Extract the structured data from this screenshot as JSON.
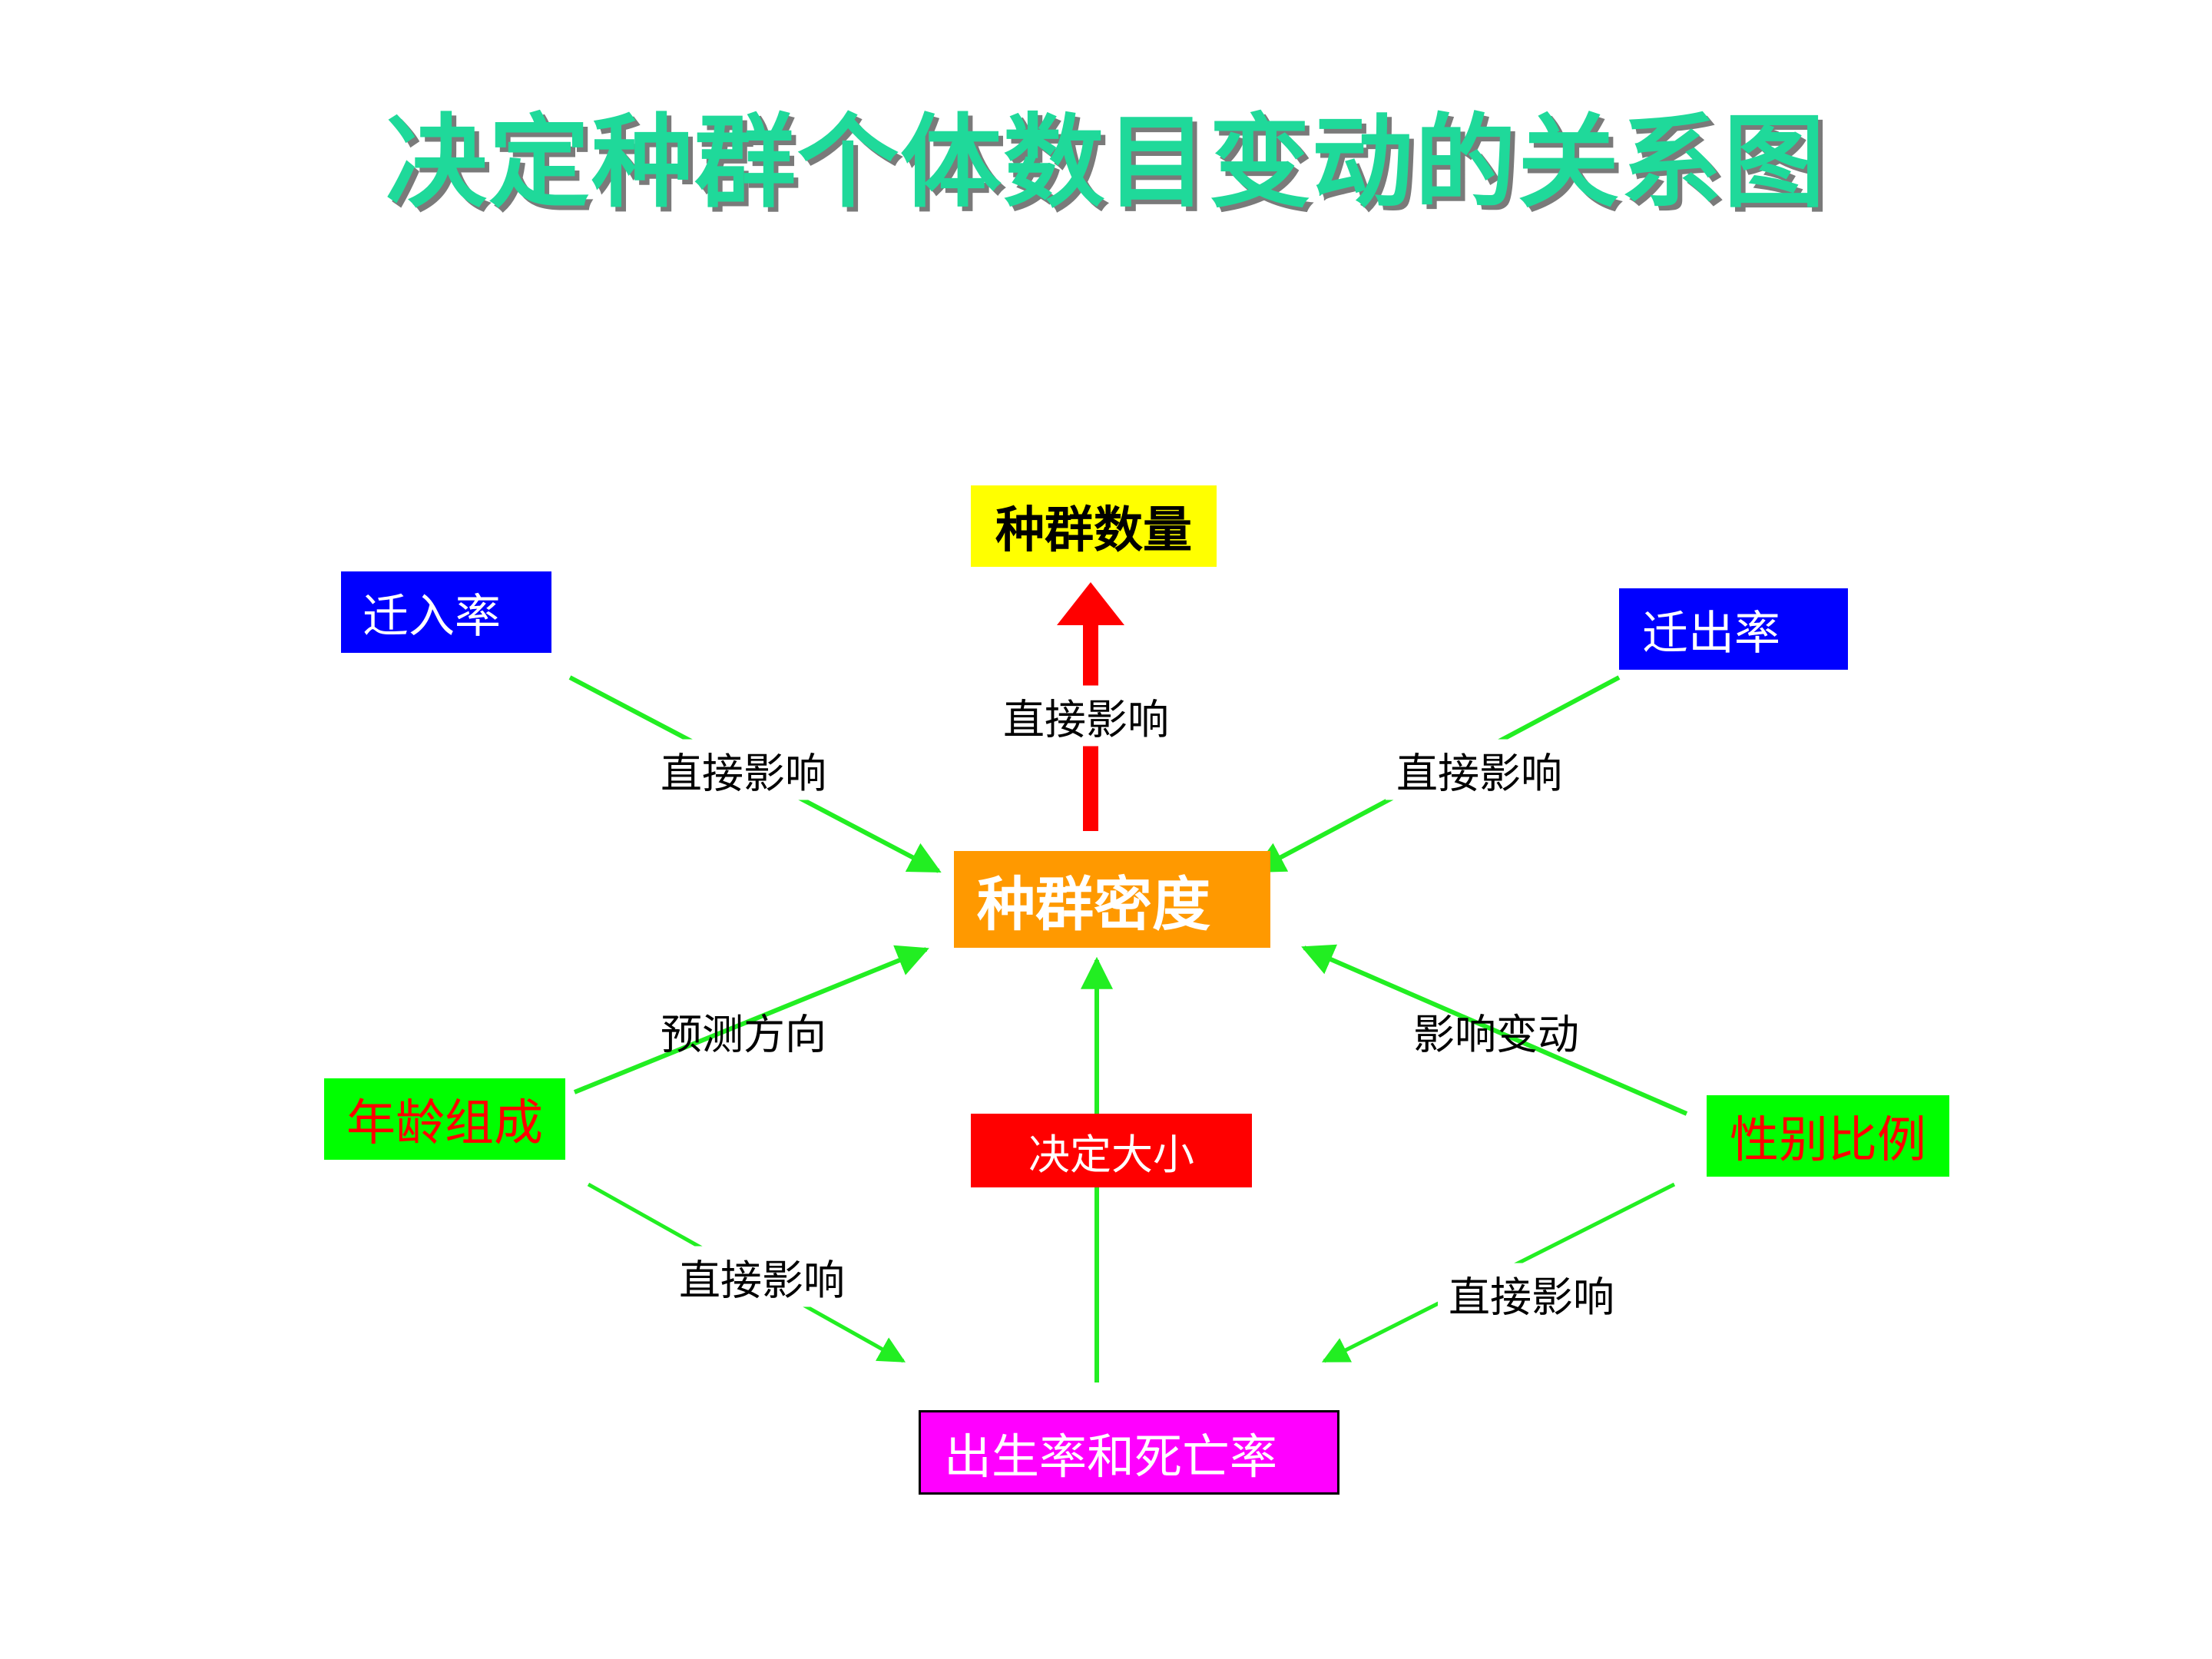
{
  "title": "决定种群个体数目变动的关系图",
  "colors": {
    "title": "#1fd99a",
    "arrow_green": "#22ee22",
    "arrow_red": "#ff0000",
    "yellow": "#ffff00",
    "orange": "#ff9900",
    "blue": "#0000ff",
    "green": "#00ff00",
    "red": "#ff0000",
    "magenta": "#ff00ff"
  },
  "nodes": {
    "population_size": "种群数量",
    "population_density": "种群密度",
    "immigration_rate": "迁入率",
    "emigration_rate": "迁出率",
    "age_structure": "年龄组成",
    "sex_ratio": "性别比例",
    "birth_death_rate": "出生率和死亡率"
  },
  "edge_labels": {
    "density_to_size": "直接影响",
    "immigration_to_density": "直接影响",
    "emigration_to_density": "直接影响",
    "age_to_density": "预测方向",
    "sex_to_density": "影响变动",
    "birth_death_to_density": "决定大小",
    "age_to_birth_death": "直接影响",
    "sex_to_birth_death": "直接影响"
  }
}
